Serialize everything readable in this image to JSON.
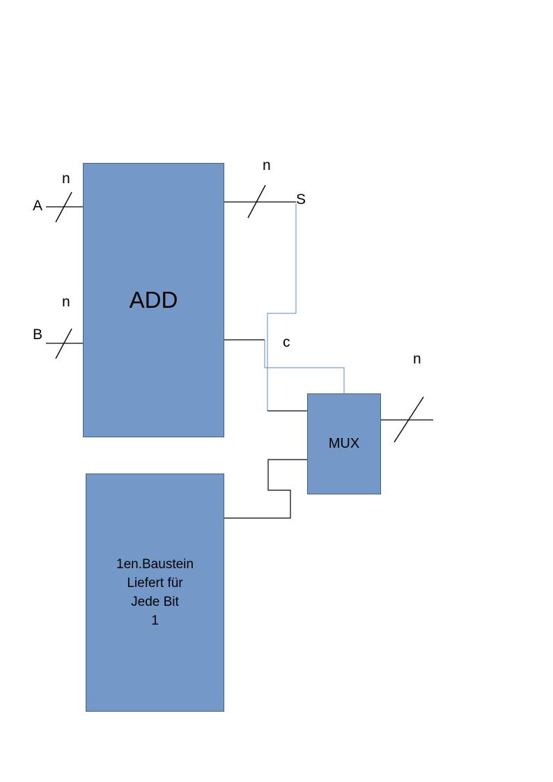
{
  "diagram": {
    "blocks": {
      "add": {
        "label": "ADD"
      },
      "mux": {
        "label": "MUX"
      },
      "baustein": {
        "lines": [
          "1en.Baustein",
          "Liefert für",
          "Jede Bit",
          "1"
        ]
      }
    },
    "labels": {
      "input_a": "A",
      "input_b": "B",
      "output_s": "S",
      "carry_c": "c",
      "bus_width_a": "n",
      "bus_width_b": "n",
      "bus_width_s": "n",
      "bus_width_out": "n"
    },
    "colors": {
      "block_fill": "#7499c8",
      "block_border": "#40618f",
      "wire_blue": "#5b87c0",
      "wire_black": "#000000"
    }
  }
}
